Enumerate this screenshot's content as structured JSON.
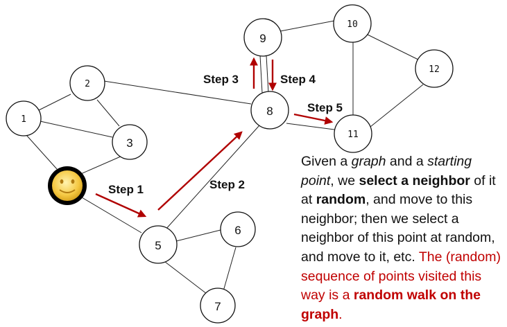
{
  "nodes": [
    {
      "id": "1",
      "label": "1"
    },
    {
      "id": "2",
      "label": "2"
    },
    {
      "id": "3",
      "label": "3"
    },
    {
      "id": "5",
      "label": "5"
    },
    {
      "id": "6",
      "label": "6"
    },
    {
      "id": "7",
      "label": "7"
    },
    {
      "id": "8",
      "label": "8"
    },
    {
      "id": "9",
      "label": "9"
    },
    {
      "id": "10",
      "label": "10"
    },
    {
      "id": "11",
      "label": "11"
    },
    {
      "id": "12",
      "label": "12"
    }
  ],
  "steps": [
    {
      "label": "Step 1"
    },
    {
      "label": "Step 2"
    },
    {
      "label": "Step 3"
    },
    {
      "label": "Step 4"
    },
    {
      "label": "Step 5"
    }
  ],
  "caption": {
    "t1": "Given a ",
    "t2": "graph",
    "t3": " and a ",
    "t4": "starting point",
    "t5": ", we ",
    "t6": "select a neighbor",
    "t7": " of it at ",
    "t8": "random",
    "t9": ", and move to this neighbor; then we select a neighbor of this point at random, and move to it, etc. ",
    "t10": "The (random) sequence of points visited this way is a ",
    "t11": "random walk on the graph",
    "t12": "."
  },
  "colors": {
    "arrow": "#b00000",
    "highlight_text": "#c00000",
    "smiley_face": "#f5c842",
    "smiley_ring": "#000000"
  }
}
